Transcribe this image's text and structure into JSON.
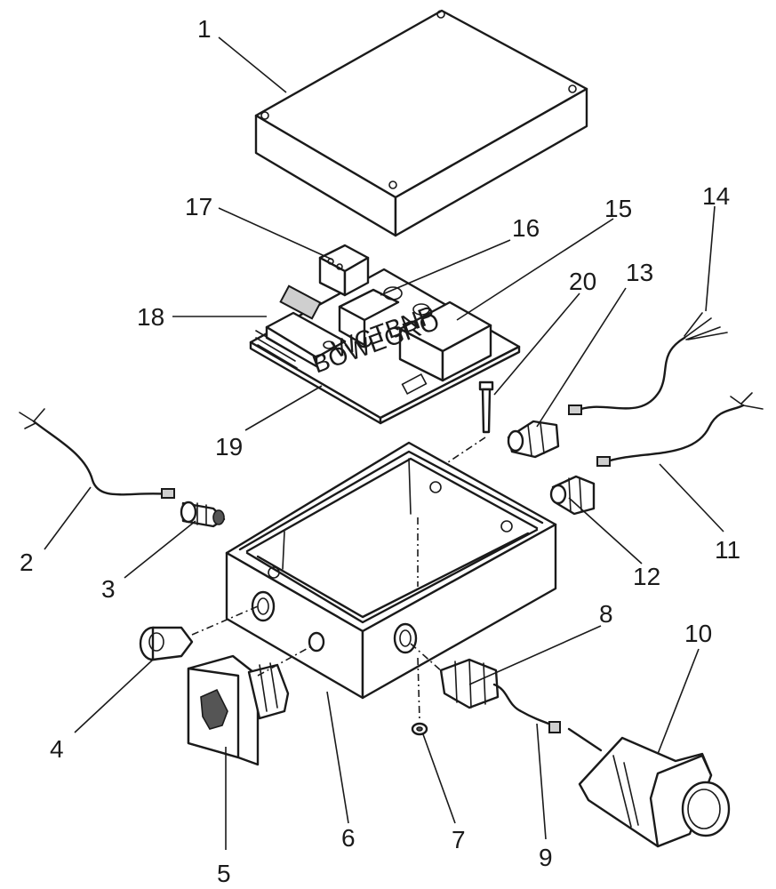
{
  "callouts": [
    "1",
    "2",
    "3",
    "4",
    "5",
    "6",
    "7",
    "8",
    "9",
    "10",
    "11",
    "12",
    "13",
    "14",
    "15",
    "16",
    "17",
    "18",
    "19",
    "20"
  ],
  "pcb_print": [
    "WCTBNP",
    "BOWEGRO"
  ]
}
